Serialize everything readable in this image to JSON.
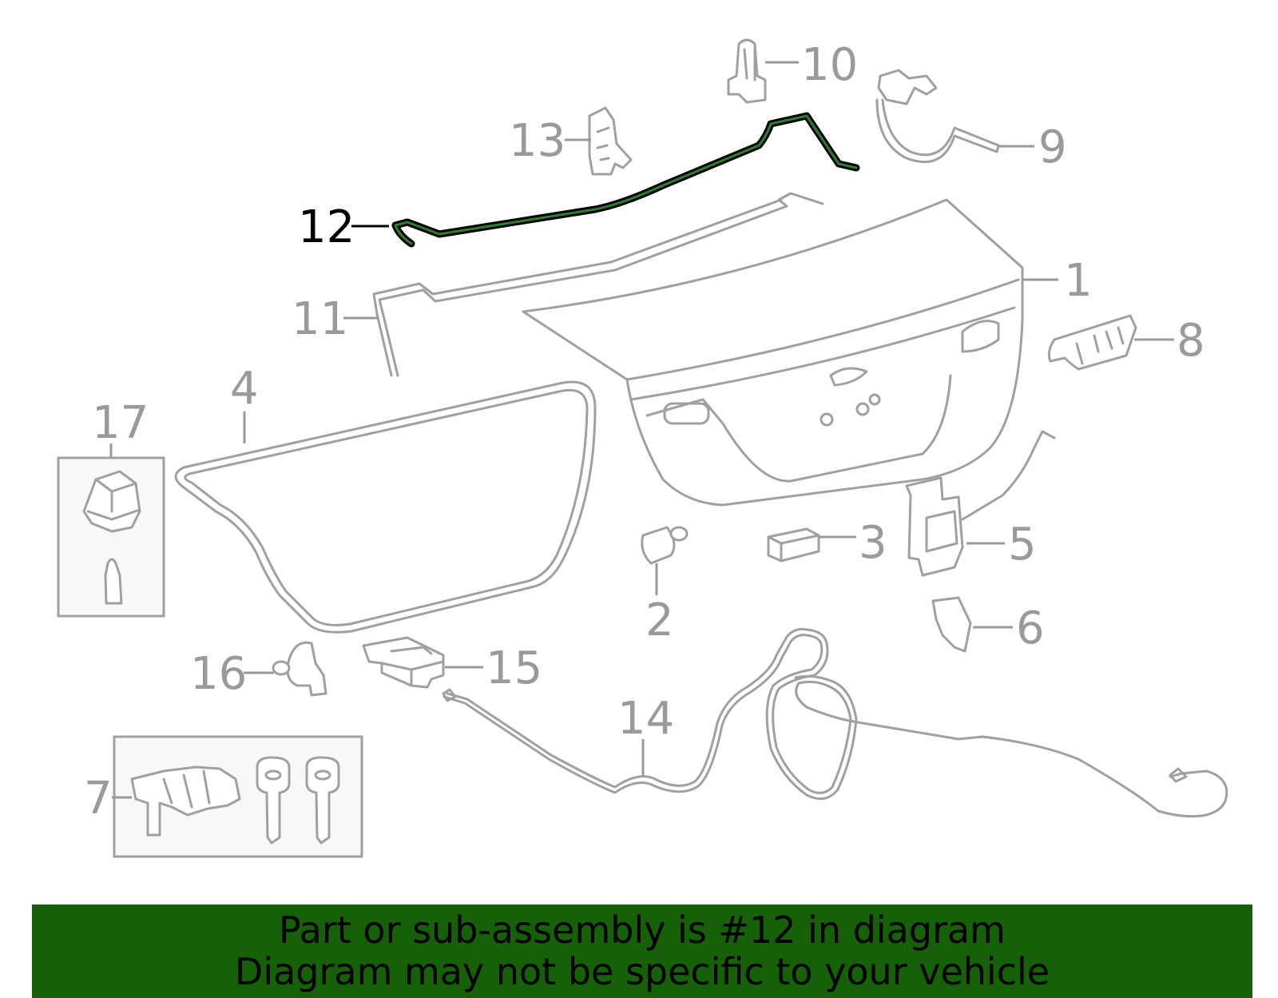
{
  "diagram": {
    "highlighted_part": "12",
    "callouts": [
      {
        "id": "c1",
        "label": "1"
      },
      {
        "id": "c2",
        "label": "2"
      },
      {
        "id": "c3",
        "label": "3"
      },
      {
        "id": "c4",
        "label": "4"
      },
      {
        "id": "c5",
        "label": "5"
      },
      {
        "id": "c6",
        "label": "6"
      },
      {
        "id": "c7",
        "label": "7"
      },
      {
        "id": "c8",
        "label": "8"
      },
      {
        "id": "c9",
        "label": "9"
      },
      {
        "id": "c10",
        "label": "10"
      },
      {
        "id": "c11",
        "label": "11"
      },
      {
        "id": "c12",
        "label": "12"
      },
      {
        "id": "c13",
        "label": "13"
      },
      {
        "id": "c14",
        "label": "14"
      },
      {
        "id": "c15",
        "label": "15"
      },
      {
        "id": "c16",
        "label": "16"
      },
      {
        "id": "c17",
        "label": "17"
      }
    ],
    "colors": {
      "line_gray": "#a0a0a0",
      "label_gray": "#9a9a9a",
      "highlight": "#000000",
      "highlight_inner": "#2e7d32",
      "banner_bg": "#166108"
    }
  },
  "banner": {
    "line1": "Part or sub-assembly is #12 in diagram",
    "line2": "Diagram may not be specific to your vehicle"
  }
}
